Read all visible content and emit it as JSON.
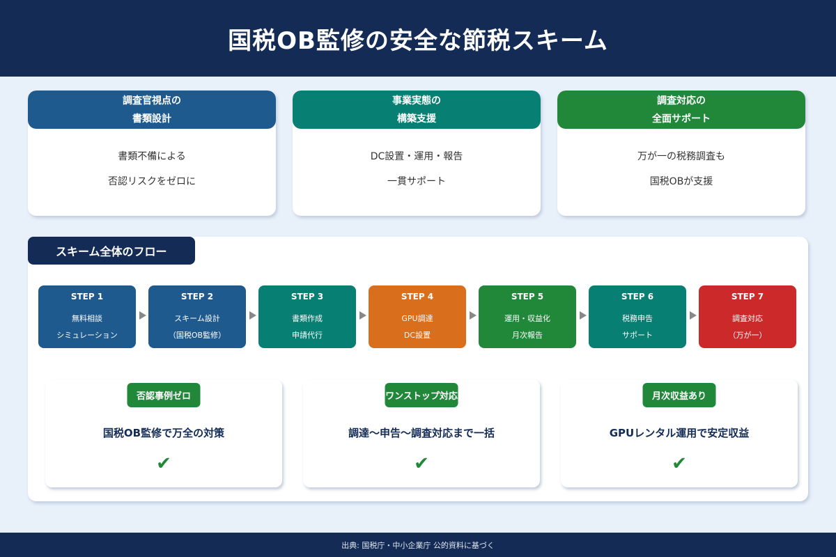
{
  "header": {
    "title": "国税OB監修の安全な節税スキーム"
  },
  "cards": [
    {
      "title_line1": "調査官視点の",
      "title_line2": "書類設計",
      "body_line1": "書類不備による",
      "body_line2": "否認リスクをゼロに",
      "color": "#1f5a8f"
    },
    {
      "title_line1": "事業実態の",
      "title_line2": "構築支援",
      "body_line1": "DC設置・運用・報告",
      "body_line2": "一貫サポート",
      "color": "#077f72"
    },
    {
      "title_line1": "調査対応の",
      "title_line2": "全面サポート",
      "body_line1": "万が一の税務調査も",
      "body_line2": "国税OBが支援",
      "color": "#21883a"
    }
  ],
  "flow": {
    "title": "スキーム全体のフロー",
    "steps": [
      {
        "label": "STEP 1",
        "line1": "無料相談",
        "line2": "シミュレーション",
        "color": "#1f5a8f"
      },
      {
        "label": "STEP 2",
        "line1": "スキーム設計",
        "line2": "（国税OB監修）",
        "color": "#1f5a8f"
      },
      {
        "label": "STEP 3",
        "line1": "書類作成",
        "line2": "申請代行",
        "color": "#077f72"
      },
      {
        "label": "STEP 4",
        "line1": "GPU調達",
        "line2": "DC設置",
        "color": "#d96f1d"
      },
      {
        "label": "STEP 5",
        "line1": "運用・収益化",
        "line2": "月次報告",
        "color": "#21883a"
      },
      {
        "label": "STEP 6",
        "line1": "税務申告",
        "line2": "サポート",
        "color": "#077f72"
      },
      {
        "label": "STEP 7",
        "line1": "調査対応",
        "line2": "（万が一）",
        "color": "#cc2a2a"
      }
    ]
  },
  "benefits": [
    {
      "badge": "否認事例ゼロ",
      "text": "国税OB監修で万全の対策",
      "check": "✔"
    },
    {
      "badge": "ワンストップ対応",
      "text": "調達〜申告〜調査対応まで一括",
      "check": "✔"
    },
    {
      "badge": "月次収益あり",
      "text": "GPUレンタル運用で安定収益",
      "check": "✔"
    }
  ],
  "footer": {
    "source": "出典: 国税庁・中小企業庁 公的資料に基づく"
  }
}
